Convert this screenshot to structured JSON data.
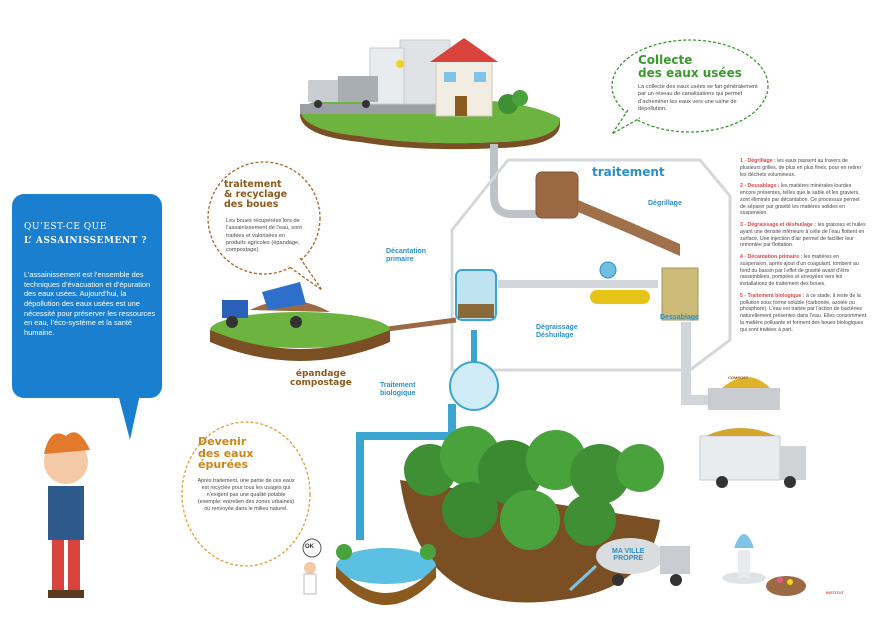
{
  "intro": {
    "question_line1": "QU’EST-CE QUE",
    "question_line2": "L’ ASSAINISSEMENT ?",
    "body": "L’assainissement est l’ensemble des techniques d’évacuation et d’épuration des eaux usées. Aujourd’hui, la dépollution des eaux usées est une nécessité pour préserver les ressources en eau, l’éco-système et la santé humaine."
  },
  "collecte": {
    "title_line1": "Collecte",
    "title_line2": "des eaux usées",
    "body": "La collecte des eaux usées se fait généralement par un réseau de canalisations qui permet d’acheminer les eaux vers une usine de dépollution."
  },
  "boues": {
    "title_line1": "traitement",
    "title_line2": "& recyclage",
    "title_line3": "des boues",
    "body": "Les boues récupérées lors de l’assainissement de l’eau, sont traitées et valorisées en produits agricoles (épandage, compostage)."
  },
  "epurees": {
    "title_line1": "Devenir",
    "title_line2": "des eaux",
    "title_line3": "épurées",
    "body": "Après traitement, une partie de ces eaux est recyclée pour tous les usages qui n’exigent pas une qualité potable (exemple: entretien des zones urbaines) ou renvoyée dans le milieu naturel."
  },
  "diagram_labels": {
    "traitement": "traitement",
    "degrillage": "Dégrillage",
    "decantation_l1": "Décantation",
    "decantation_l2": "primaire",
    "degraissage_l1": "Dégraissage",
    "degraissage_l2": "Déshuilage",
    "dessablage": "Dessablage",
    "traitement_bio_l1": "Traitement",
    "traitement_bio_l2": "biologique",
    "epandage": "épandage",
    "compostage": "compostage",
    "ok": "OK",
    "ma_ville_l1": "MA VILLE",
    "ma_ville_l2": "PROPRE",
    "compost_sign": "COMPOST",
    "institut": "INSTITUT"
  },
  "steps": [
    {
      "title": "1 - Dégrillage :",
      "text": " les eaux passent au travers de plusieurs grilles, de plus en plus fines, pour en retirer les déchets volumineux."
    },
    {
      "title": "2 - Dessablage :",
      "text": " les matières minérales lourdes encore présentes, telles que le sable et les graviers, sont éliminés par décantation. Ce processus permet de séparer par gravité les matières solides en suspension."
    },
    {
      "title": "3 - Dégraissage et déshuilage :",
      "text": " les graisses et huiles ayant une densité inférieure à celle de l’eau flottent en surface. Une injection d’air permet de faciliter leur remontée par flottation."
    },
    {
      "title": "4 - Décantation primaire :",
      "text": " les matières en suspension, après ajout d’un coagulant, tombent au fond du bassin par l’effet de gravité avant d’être rassemblées, pompées et envoyées vers les installations de traitement des boues."
    },
    {
      "title": "5 - Traitement biologique :",
      "text": " à ce stade, il reste de la pollution sous forme soluble (carbonée, azotée ou phosphore). L’eau est traitée par l’action de bactéries naturellement présentes dans l’eau. Elles consomment la matière polluante et forment des boues biologiques qui sont traitées à part."
    }
  ],
  "colors": {
    "intro_blue": "#1b7fcf",
    "green_title": "#3b9a2f",
    "step_red": "#d84a4a",
    "pipe_blue": "#3aa6cf",
    "pipe_grey": "#bfc3c7"
  }
}
